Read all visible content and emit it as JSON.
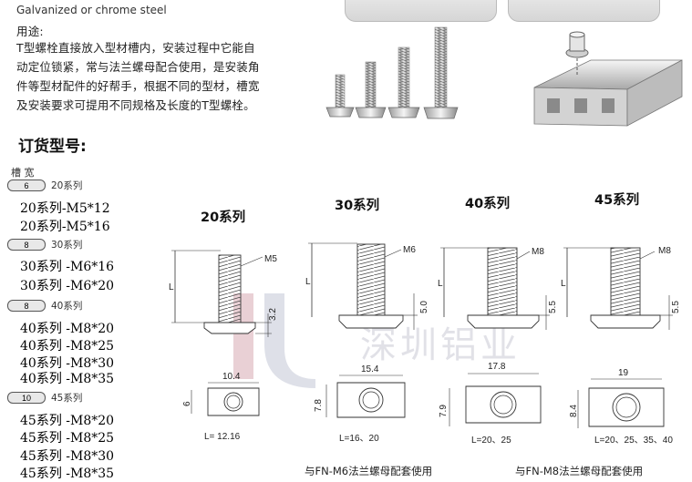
{
  "header": {
    "material_text": "Galvanized or chrome steel",
    "usage_label": "用途:",
    "intro_lines": [
      "T型螺栓直接放入型材槽内，安装过程中它能自",
      "动定位锁紧，常与法兰螺母配合使用，是安装角",
      "件等型材配件的好帮手，根据不同的型材，槽宽",
      "及安装要求可提用不同规格及长度的T型螺栓。"
    ]
  },
  "order": {
    "title": "订货型号:",
    "slot_header": "槽  宽",
    "groups": [
      {
        "gauge": "6",
        "label": "20系列",
        "items": [
          "20系列-M5*12",
          "20系列-M5*16"
        ]
      },
      {
        "gauge": "8",
        "label": "30系列",
        "items": [
          "30系列 -M6*16",
          "30系列 -M6*20"
        ]
      },
      {
        "gauge": "8",
        "label": "40系列",
        "items": [
          "40系列 -M8*20",
          "40系列 -M8*25",
          "40系列 -M8*30",
          "40系列 -M8*35"
        ]
      },
      {
        "gauge": "10",
        "label": "45系列",
        "items": [
          "45系列 -M8*20",
          "45系列 -M8*25",
          "45系列 -M8*30",
          "45系列 -M8*35"
        ]
      }
    ]
  },
  "series": [
    {
      "title": "20系列",
      "thread": "M5",
      "length_label": "L",
      "height_dim": "3.2",
      "width_dim": "10.4",
      "thick_dim": "6",
      "lengths": "L= 12.16"
    },
    {
      "title": "30系列",
      "thread": "M6",
      "length_label": "L",
      "height_dim": "5.0",
      "width_dim": "15.4",
      "thick_dim": "7.8",
      "lengths": "L=16、20"
    },
    {
      "title": "40系列",
      "thread": "M8",
      "length_label": "L",
      "height_dim": "5.5",
      "width_dim": "17.8",
      "thick_dim": "7.9",
      "lengths": "L=20、25"
    },
    {
      "title": "45系列",
      "thread": "M8",
      "length_label": "L",
      "height_dim": "5.5",
      "width_dim": "19",
      "thick_dim": "8.4",
      "lengths": "L=20、25、35、40"
    }
  ],
  "notes": {
    "m6_note": "与FN-M6法兰螺母配套使用",
    "m8_note": "与FN-M8法兰螺母配套使用"
  },
  "watermark": {
    "text": "深圳铝业",
    "logo_colors": [
      "#d7a9b3",
      "#c2c6d6"
    ]
  }
}
